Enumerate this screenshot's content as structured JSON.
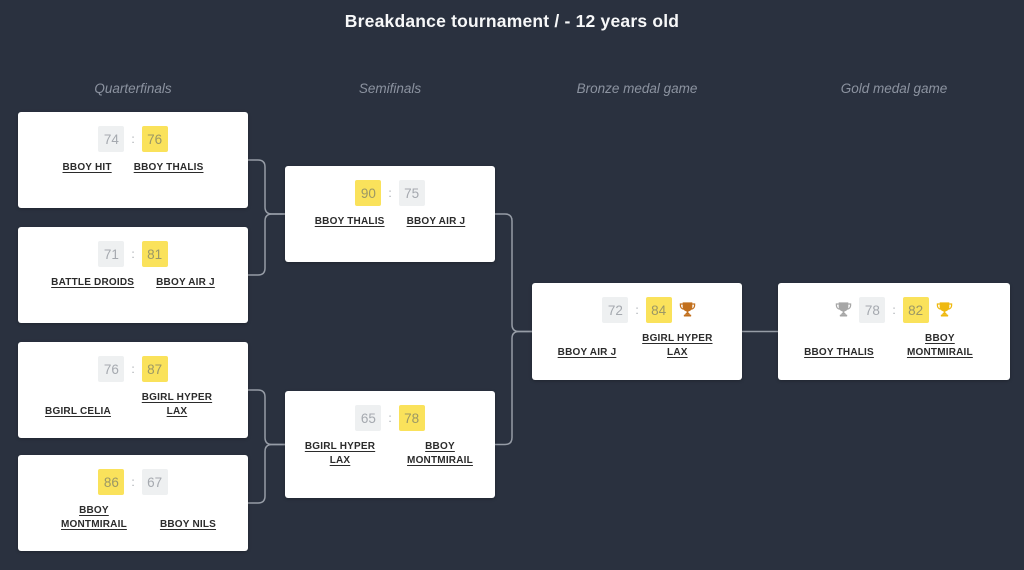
{
  "title": "Breakdance tournament / - 12 years old",
  "score_separator": ":",
  "rounds": {
    "quarterfinals": "Quarterfinals",
    "semifinals": "Semifinals",
    "bronze": "Bronze medal game",
    "gold": "Gold medal game"
  },
  "matches": [
    {
      "id": "qf1",
      "round": "Quarterfinals",
      "player1": {
        "name": "BBOY HIT",
        "score": "74",
        "winner": false
      },
      "player2": {
        "name": "BBOY THALIS",
        "score": "76",
        "winner": true
      }
    },
    {
      "id": "qf2",
      "round": "Quarterfinals",
      "player1": {
        "name": "BATTLE DROIDS",
        "score": "71",
        "winner": false
      },
      "player2": {
        "name": "BBOY AIR J",
        "score": "81",
        "winner": true
      }
    },
    {
      "id": "qf3",
      "round": "Quarterfinals",
      "player1": {
        "name": "BGIRL CELIA",
        "score": "76",
        "winner": false
      },
      "player2": {
        "name": "BGIRL HYPER LAX",
        "score": "87",
        "winner": true
      }
    },
    {
      "id": "qf4",
      "round": "Quarterfinals",
      "player1": {
        "name": "BBOY MONTMIRAIL",
        "score": "86",
        "winner": true
      },
      "player2": {
        "name": "BBOY NILS",
        "score": "67",
        "winner": false
      }
    },
    {
      "id": "sf1",
      "round": "Semifinals",
      "player1": {
        "name": "BBOY THALIS",
        "score": "90",
        "winner": true
      },
      "player2": {
        "name": "BBOY AIR J",
        "score": "75",
        "winner": false
      }
    },
    {
      "id": "sf2",
      "round": "Semifinals",
      "player1": {
        "name": "BGIRL HYPER LAX",
        "score": "65",
        "winner": false
      },
      "player2": {
        "name": "BBOY MONTMIRAIL",
        "score": "78",
        "winner": true
      }
    },
    {
      "id": "bronze",
      "round": "Bronze medal game",
      "player1": {
        "name": "BBOY AIR J",
        "score": "72",
        "winner": false
      },
      "player2": {
        "name": "BGIRL HYPER LAX",
        "score": "84",
        "winner": true,
        "trophy": "bronze"
      }
    },
    {
      "id": "gold",
      "round": "Gold medal game",
      "player1": {
        "name": "BBOY THALIS",
        "score": "78",
        "winner": false,
        "trophy": "silver"
      },
      "player2": {
        "name": "BBOY MONTMIRAIL",
        "score": "82",
        "winner": true,
        "trophy": "gold"
      }
    }
  ],
  "colors": {
    "background": "#2a313f",
    "card": "#ffffff",
    "winner_highlight": "#fae25b",
    "score_box": "#eef0f1",
    "score_text": "#a5a9af",
    "player_name": "#2b2b2b",
    "round_label": "#8c93a0",
    "connector": "#969ca6",
    "trophy_gold": "#efb90f",
    "trophy_silver": "#a6a6a6",
    "trophy_bronze": "#c2701e"
  }
}
